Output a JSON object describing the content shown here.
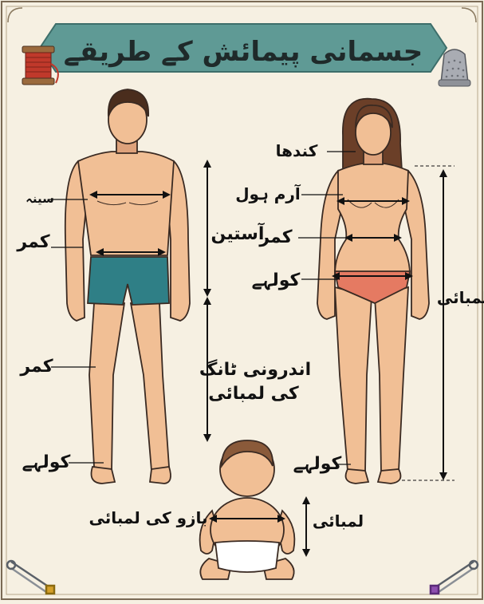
{
  "title": "جسمانی پیمائش کے طریقے",
  "male": {
    "chest": "سینہ",
    "waist": "کمر",
    "sleeve_line1": "آستین",
    "leg_waist": "کمر",
    "hip": "کولہے",
    "inseam_line1": "اندرونی ٹانگ",
    "inseam_line2": "کی لمبائی"
  },
  "female": {
    "shoulder": "کندھا",
    "armhole": "آرم ہول",
    "waist": "کمر",
    "hip": "کولہے",
    "length": "لمبائی",
    "hip_low": "کولہے"
  },
  "baby": {
    "arm_length": "بازو کی لمبائی",
    "length": "لمبائی"
  },
  "colors": {
    "banner": "#5f9a95",
    "skin": "#f1bf95",
    "skin_shade": "#dea27b",
    "outline": "#3a2a22",
    "male_shorts": "#2f7f86",
    "female_brief": "#e57a62",
    "male_hair": "#4a2d1d",
    "female_hair": "#6b3f28",
    "baby_hair": "#8a5a3a",
    "diaper": "#ffffff"
  },
  "icons": [
    "thread-spool-icon",
    "thimble-icon",
    "safety-pin-icon"
  ]
}
